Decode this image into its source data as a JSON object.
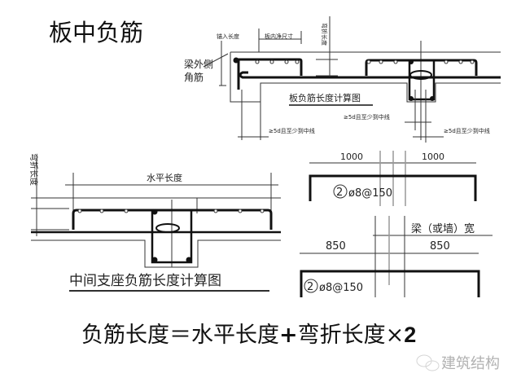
{
  "title": "板中负筋",
  "top_diagram": {
    "anchor_label": "锚入长度",
    "clear_span_label": "板内净尺寸",
    "bend_length_label": "弯折长度",
    "corner_bar_label_line1": "梁外侧",
    "corner_bar_label_line2": "角筋",
    "caption": "板负筋长度计算图",
    "dim_left": "≥5d且至少到中线",
    "dim_mid": "≥5d且至少到中线",
    "dim_right": "≥5d且至少到中线"
  },
  "middle_diagram": {
    "horizontal_length_label": "水平长度",
    "bend_length_label": "弯折长度",
    "caption": "中间支座负筋长度计算图"
  },
  "right_top": {
    "dim_left": "1000",
    "dim_right": "1000",
    "bar_number": "2",
    "bar_spec": "ø8@150"
  },
  "right_bottom": {
    "beam_width_label": "梁（或墙）宽",
    "dim_left": "850",
    "dim_right": "850",
    "bar_number": "2",
    "bar_spec": "ø8@150"
  },
  "formula": {
    "part1": "负筋长度＝水平长度",
    "plus": "+",
    "part2": "弯折长度×",
    "factor": "2"
  },
  "watermark": "建筑结构"
}
